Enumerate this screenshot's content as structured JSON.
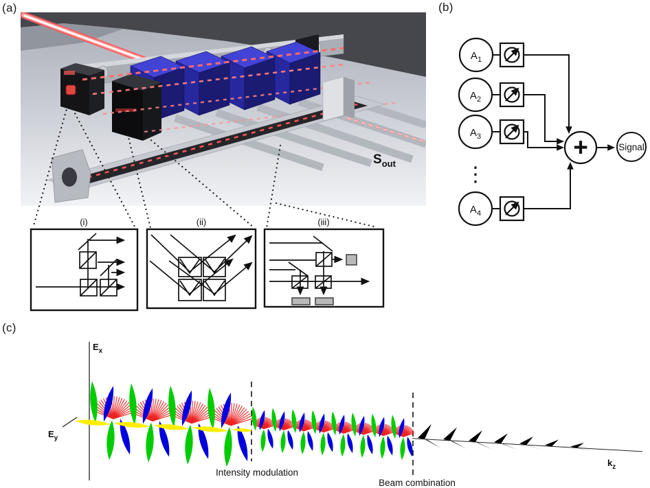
{
  "colors": {
    "ink": "#111111",
    "laser_red": "#ff5a5a",
    "laser_core": "#ffffff",
    "cube_blue_top": "#4343d6",
    "cube_blue_left": "#28289e",
    "cube_blue_right": "#1b1b72",
    "wave_red": "#ee2222",
    "wave_green": "#00cc00",
    "wave_blue": "#0000dd",
    "wave_yellow": "#ffee00",
    "wave_black": "#000000"
  },
  "panel_a": {
    "label": "(a)",
    "s_out": {
      "base": "S",
      "sub": "out"
    },
    "insets": [
      {
        "label": "(i)"
      },
      {
        "label": "(ii)"
      },
      {
        "label": "(iii)"
      }
    ]
  },
  "panel_b": {
    "label": "(b)",
    "inputs": [
      {
        "base": "A",
        "sub": "1"
      },
      {
        "base": "A",
        "sub": "2"
      },
      {
        "base": "A",
        "sub": "3"
      },
      {
        "base": "A",
        "sub": "4"
      }
    ],
    "ellipsis": "⋮",
    "sum_symbol": "+",
    "output_label": "Signal"
  },
  "panel_c": {
    "label": "(c)",
    "axis_x": {
      "base": "E",
      "sub": "x"
    },
    "axis_y": {
      "base": "E",
      "sub": "y"
    },
    "axis_z": {
      "base": "k",
      "sub": "z"
    },
    "region_labels": [
      "Intensity modulation",
      "Beam combination"
    ]
  }
}
